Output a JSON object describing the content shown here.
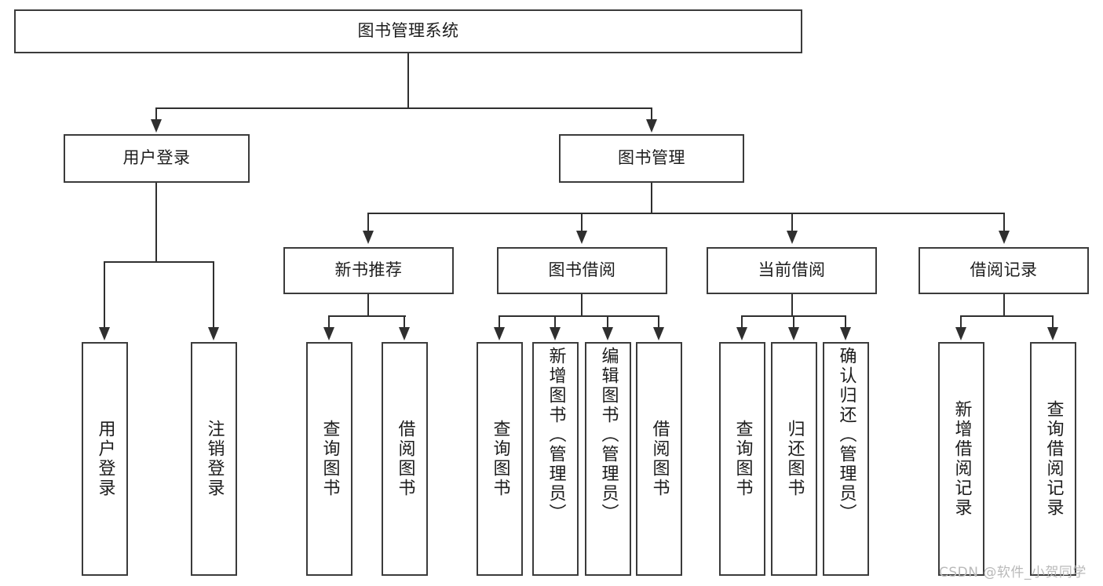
{
  "diagram": {
    "title": "图书管理系统",
    "type": "tree-hierarchy",
    "root": {
      "label": "图书管理系统"
    },
    "level2": [
      {
        "label": "用户登录"
      },
      {
        "label": "图书管理"
      }
    ],
    "level3": [
      {
        "label": "新书推荐"
      },
      {
        "label": "图书借阅"
      },
      {
        "label": "当前借阅"
      },
      {
        "label": "借阅记录"
      }
    ],
    "leaves": {
      "user_login": [
        {
          "label": "用户登录"
        },
        {
          "label": "注销登录"
        }
      ],
      "new_book_recommend": [
        {
          "label": "查询图书"
        },
        {
          "label": "借阅图书"
        }
      ],
      "book_borrow": [
        {
          "label": "查询图书"
        },
        {
          "label": "新增图书（管理员）"
        },
        {
          "label": "编辑图书（管理员）"
        },
        {
          "label": "借阅图书"
        }
      ],
      "current_borrow": [
        {
          "label": "查询图书"
        },
        {
          "label": "归还图书"
        },
        {
          "label": "确认归还（管理员）"
        }
      ],
      "borrow_record": [
        {
          "label": "新增借阅记录"
        },
        {
          "label": "查询借阅记录"
        }
      ]
    }
  },
  "watermark": {
    "text": "CSDN @软件_小贺同学"
  },
  "colors": {
    "box_border": "#3b3b3b",
    "line": "#2f2f2f",
    "text": "#1c1c1c",
    "background": "#ffffff",
    "watermark": "#b9b9b9"
  }
}
